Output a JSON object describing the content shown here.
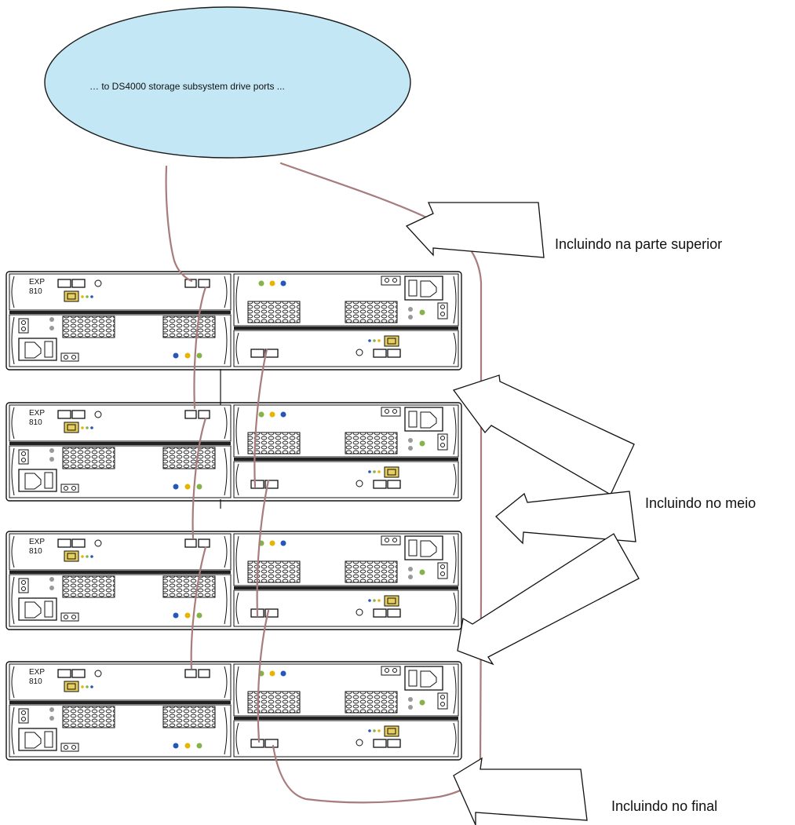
{
  "cloud": {
    "text": "… to DS4000 storage subsystem drive ports ..."
  },
  "labels": {
    "top": "Incluindo na parte superior",
    "middle": "Incluindo no meio",
    "bottom": "Incluindo no final"
  },
  "enclosure": {
    "model_line1": "EXP",
    "model_line2": "810"
  },
  "colors": {
    "cable": "#a87c7c",
    "cloud_fill": "#c3e7f5",
    "led_yellow": "#e8b400",
    "led_blue": "#2457b8",
    "led_green": "#86b24a"
  }
}
